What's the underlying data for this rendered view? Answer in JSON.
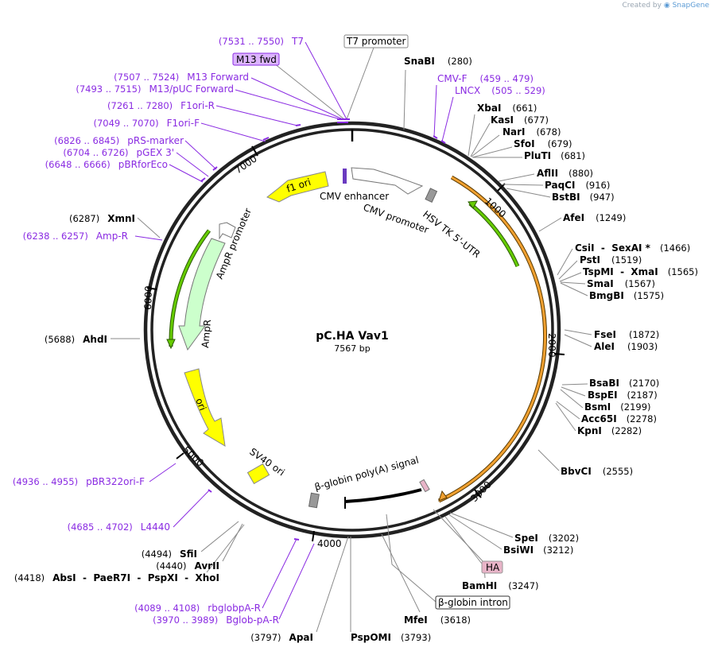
{
  "credit": {
    "prefix": "Created by",
    "brand": "SnapGene"
  },
  "plasmid": {
    "name": "pC.HA Vav1",
    "length": "7567 bp",
    "total_bp": 7567
  },
  "ticks": [
    "1000",
    "2000",
    "3000",
    "4000",
    "5000",
    "6000",
    "7000"
  ],
  "enzymes": [
    {
      "name": "SnaBI",
      "pos": "(280)"
    },
    {
      "name": "XbaI",
      "pos": "(661)"
    },
    {
      "name": "KasI",
      "pos": "(677)"
    },
    {
      "name": "NarI",
      "pos": "(678)"
    },
    {
      "name": "SfoI",
      "pos": "(679)"
    },
    {
      "name": "PluTI",
      "pos": "(681)"
    },
    {
      "name": "AflII",
      "pos": "(880)"
    },
    {
      "name": "PaqCI",
      "pos": "(916)"
    },
    {
      "name": "BstBI",
      "pos": "(947)"
    },
    {
      "name": "AfeI",
      "pos": "(1249)"
    },
    {
      "name": "CsiI  -  SexAI *",
      "pos": "(1466)"
    },
    {
      "name": "PstI",
      "pos": "(1519)"
    },
    {
      "name": "TspMI  -  XmaI",
      "pos": "(1565)"
    },
    {
      "name": "SmaI",
      "pos": "(1567)"
    },
    {
      "name": "BmgBI",
      "pos": "(1575)"
    },
    {
      "name": "FseI",
      "pos": "(1872)"
    },
    {
      "name": "AleI",
      "pos": "(1903)"
    },
    {
      "name": "BsaBI",
      "pos": "(2170)"
    },
    {
      "name": "BspEI",
      "pos": "(2187)"
    },
    {
      "name": "BsmI",
      "pos": "(2199)"
    },
    {
      "name": "Acc65I",
      "pos": "(2278)"
    },
    {
      "name": "KpnI",
      "pos": "(2282)"
    },
    {
      "name": "BbvCI",
      "pos": "(2555)"
    },
    {
      "name": "SpeI",
      "pos": "(3202)"
    },
    {
      "name": "BsiWI",
      "pos": "(3212)"
    },
    {
      "name": "BamHI",
      "pos": "(3247)"
    },
    {
      "name": "MfeI",
      "pos": "(3618)"
    },
    {
      "name": "PspOMI",
      "pos": "(3793)"
    },
    {
      "name": "ApaI",
      "pos": "(3797)"
    },
    {
      "name": "AbsI  -  PaeR7I  -  PspXI  -  XhoI",
      "pos": "(4418)"
    },
    {
      "name": "AvrII",
      "pos": "(4440)"
    },
    {
      "name": "SfiI",
      "pos": "(4494)"
    },
    {
      "name": "AhdI",
      "pos": "(5688)"
    },
    {
      "name": "XmnI",
      "pos": "(6287)"
    }
  ],
  "primers": [
    {
      "name": "T7",
      "range": "(7531 .. 7550)"
    },
    {
      "name": "M13 Forward",
      "range": "(7507 .. 7524)"
    },
    {
      "name": "M13/pUC Forward",
      "range": "(7493 .. 7515)"
    },
    {
      "name": "F1ori-R",
      "range": "(7261 .. 7280)"
    },
    {
      "name": "F1ori-F",
      "range": "(7049 .. 7070)"
    },
    {
      "name": "pRS-marker",
      "range": "(6826 .. 6845)"
    },
    {
      "name": "pGEX 3'",
      "range": "(6704 .. 6726)"
    },
    {
      "name": "pBRforEco",
      "range": "(6648 .. 6666)"
    },
    {
      "name": "Amp-R",
      "range": "(6238 .. 6257)"
    },
    {
      "name": "CMV-F",
      "range": "(459 .. 479)"
    },
    {
      "name": "LNCX",
      "range": "(505 .. 529)"
    },
    {
      "name": "pBR322ori-F",
      "range": "(4936 .. 4955)"
    },
    {
      "name": "L4440",
      "range": "(4685 .. 4702)"
    },
    {
      "name": "rbglobpA-R",
      "range": "(4089 .. 4108)"
    },
    {
      "name": "Bglob-pA-R",
      "range": "(3970 .. 3989)"
    }
  ],
  "features": {
    "t7_promoter": "T7 promoter",
    "m13_fwd": "M13 fwd",
    "cmv_enhancer": "CMV enhancer",
    "cmv_promoter": "CMV promoter",
    "hsv_tk": "HSV TK 5'-UTR",
    "f1_ori": "f1 ori",
    "amp_promoter": "AmpR promoter",
    "ampr": "AmpR",
    "ori": "ori",
    "sv40_ori": "SV40 ori",
    "bglobin_polya": "β-globin poly(A) signal",
    "ha": "HA",
    "bglobin_intron": "β-globin intron"
  },
  "colors": {
    "backbone": "#222222",
    "primer": "#8a2be2",
    "f1_ori": "#ffff00",
    "ori": "#ffff00",
    "sv40": "#ffff00",
    "ampr_fill": "#ccffcc",
    "orf_orange": "#f0a030",
    "orf_green": "#66cc00",
    "grey_box": "#999999",
    "ha_box": "#e8b4c8",
    "m13_box": "#dcb4ff"
  }
}
